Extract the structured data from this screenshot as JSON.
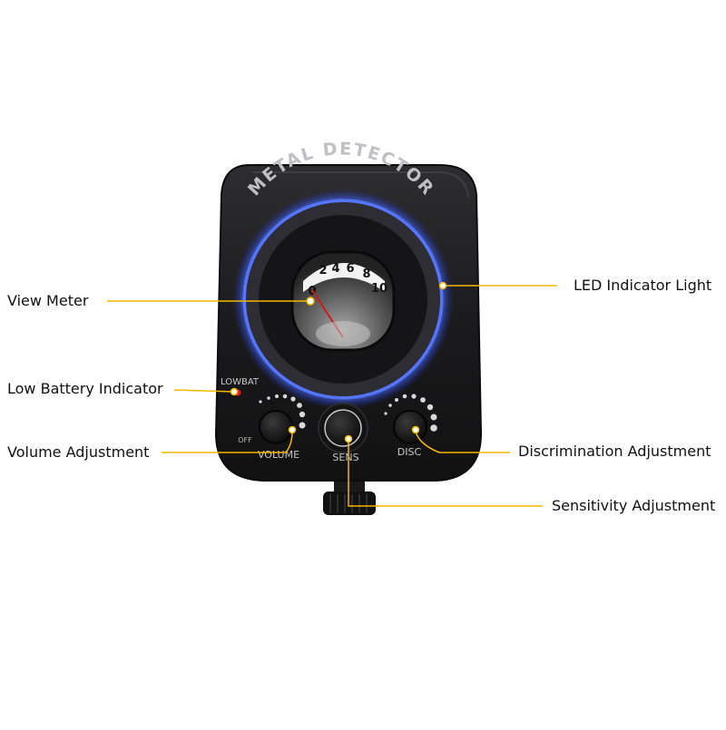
{
  "device": {
    "brand_text": "METAL DETECTOR",
    "meter_scale": [
      "0",
      "2",
      "4",
      "6",
      "8",
      "10"
    ],
    "lowbat_text": "LOWBAT",
    "off_text": "OFF",
    "knobs": {
      "volume": "VOLUME",
      "sens": "SENS",
      "disc": "DISC"
    }
  },
  "callouts": {
    "view_meter": "View Meter",
    "low_battery": "Low Battery Indicator",
    "volume": "Volume Adjustment",
    "led": "LED Indicator Light",
    "discrimination": "Discrimination Adjustment",
    "sensitivity": "Sensitivity Adjustment"
  },
  "colors": {
    "leader_line": "#f5b800",
    "led_ring": "#4a6cff",
    "lowbat_led": "#e21b1b",
    "body": "#1c1c1e"
  }
}
